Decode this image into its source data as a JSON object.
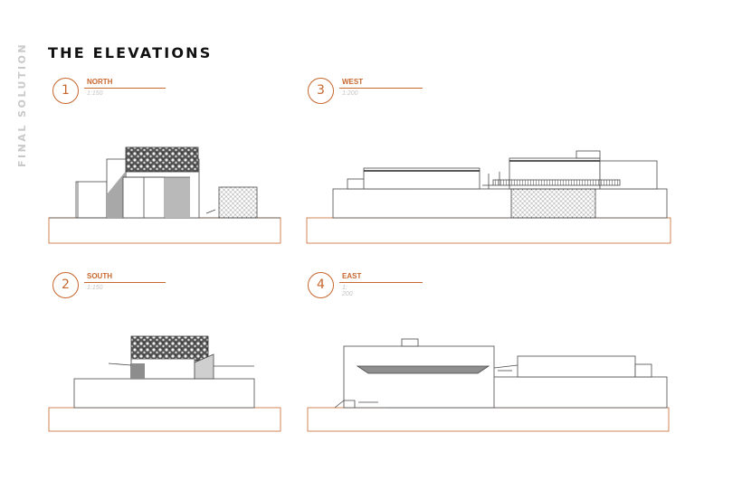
{
  "sidebar": {
    "label": "FINAL SOLUTION"
  },
  "page": {
    "title": "THE ELEVATIONS"
  },
  "elevations": [
    {
      "number": "1",
      "name": "NORTH",
      "scale": "1:150"
    },
    {
      "number": "2",
      "name": "SOUTH",
      "scale": "1:150"
    },
    {
      "number": "3",
      "name": "WEST",
      "scale": "1:200"
    },
    {
      "number": "4",
      "name": "EAST",
      "scale": "1: 200"
    }
  ],
  "colors": {
    "accent": "#c8672e",
    "line": "#4a4a4a",
    "muted": "#c4c4c4"
  }
}
